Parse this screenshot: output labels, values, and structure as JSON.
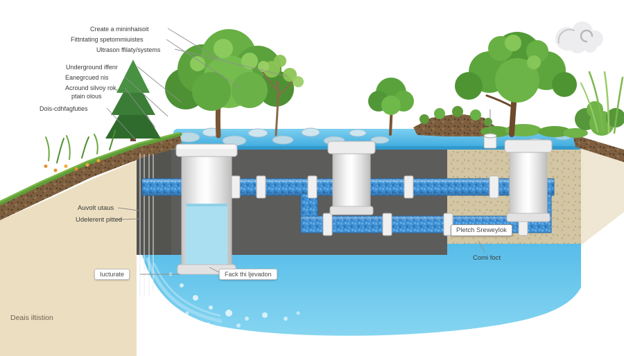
{
  "callouts": {
    "tree_notes": [
      "Create a mininhaisoit",
      "Fittntating spetommiuistes",
      "Ultrason ffilaty/systems",
      "Underground iffenr",
      "Eanegrcued nis",
      "Acround silvoy rok,",
      "ptain olous",
      "Dois-cdhfagfuties"
    ],
    "mid_notes": [
      "Auvolt utaus",
      "Udelerent pitted"
    ],
    "chips": [
      "Iucturate",
      "Fack thi ljevadon",
      "Pletch Sreweylok"
    ],
    "misc": [
      "Comi foct",
      "Deais iltistion"
    ]
  },
  "colors": {
    "pipe_blue": "#3e8fd3",
    "water_surface_blue": "#4fb4e4",
    "aquifer_blue": "#6cc8ec",
    "topsoil_brown": "#7d5f40",
    "subsoil_gray": "#5c5c5a",
    "sand_tan": "#d3c6a4",
    "foliage_green": "#5ba23c",
    "fitting_white": "#f0f0f0"
  }
}
